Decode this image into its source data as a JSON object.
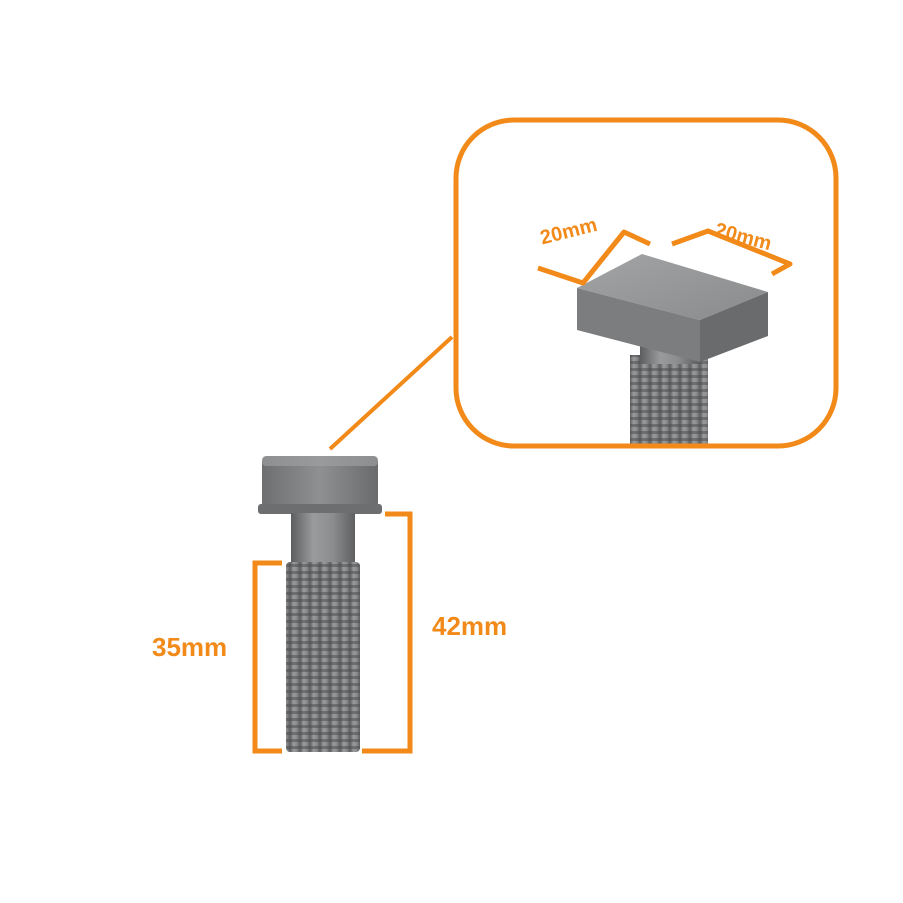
{
  "colors": {
    "accent": "#f28a1a",
    "metal_light": "#9a9b9c",
    "metal_mid": "#7f8081",
    "metal_dark": "#5f6061",
    "background": "#ffffff"
  },
  "dimensions": {
    "thread_length": "35mm",
    "total_length": "42mm",
    "head_width_a": "20mm",
    "head_width_b": "20mm"
  }
}
